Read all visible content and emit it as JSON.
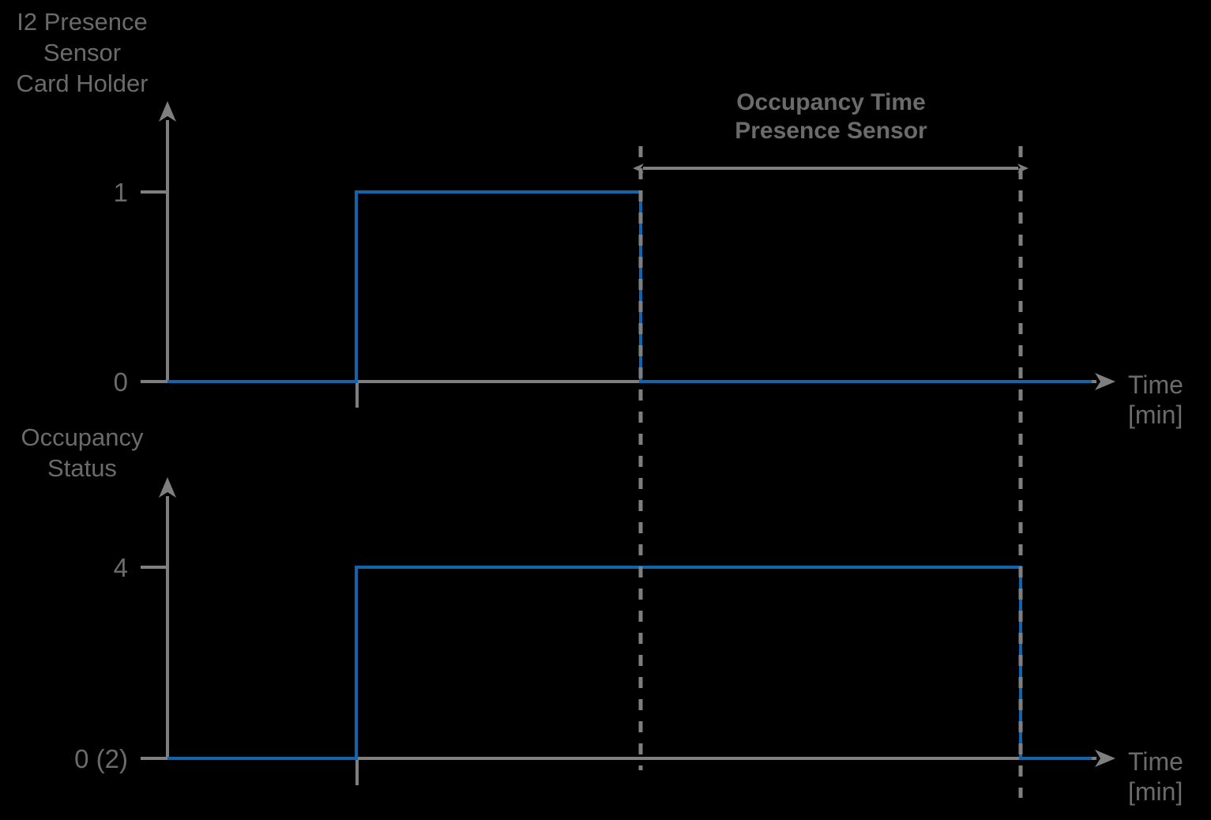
{
  "figure": {
    "background_color": "#000000",
    "line_color": "#1065ad",
    "axis_color": "#7f7f7f",
    "text_color": "#6b6b6b"
  },
  "panels": {
    "top": {
      "axis_title": "I2 Presence\nSensor\nCard Holder",
      "y_ticks": [
        "1",
        "0"
      ],
      "x_axis_label": "Time\n[min]"
    },
    "bottom": {
      "axis_title": "Occupancy\nStatus",
      "y_ticks": [
        "4",
        "0 (2)"
      ],
      "x_axis_label": "Time\n[min]"
    }
  },
  "annotation": {
    "label": "Occupancy Time\nPresence Sensor",
    "arrow": "double-headed-horizontal-arrow"
  },
  "chart_data": {
    "type": "line",
    "title": "Occupancy Time Presence Sensor",
    "xlabel": "Time [min]",
    "charts": [
      {
        "name": "I2 Presence Sensor Card Holder",
        "ylabel": "I2 Presence Sensor Card Holder",
        "ytick_labels": [
          "0",
          "1"
        ],
        "ytick_values": [
          0,
          1
        ],
        "ylim": [
          0,
          1.35
        ],
        "step_style": "square",
        "x": [
          0,
          1,
          1,
          2,
          2,
          4
        ],
        "y": [
          0,
          0,
          1,
          1,
          0,
          0
        ],
        "grid": false,
        "legend": "none"
      },
      {
        "name": "Occupancy Status",
        "ylabel": "Occupancy Status",
        "ytick_labels": [
          "0 (2)",
          "4"
        ],
        "ytick_values": [
          0,
          4
        ],
        "ylim": [
          0,
          5.4
        ],
        "step_style": "square",
        "x": [
          0,
          1,
          1,
          3.5,
          3.5,
          4
        ],
        "y": [
          0,
          0,
          4,
          4,
          0,
          0
        ],
        "grid": false,
        "legend": "none"
      }
    ],
    "markers": {
      "dashed_verticals_x": [
        2,
        3.5
      ],
      "occupancy_span": [
        2,
        3.5
      ]
    }
  }
}
